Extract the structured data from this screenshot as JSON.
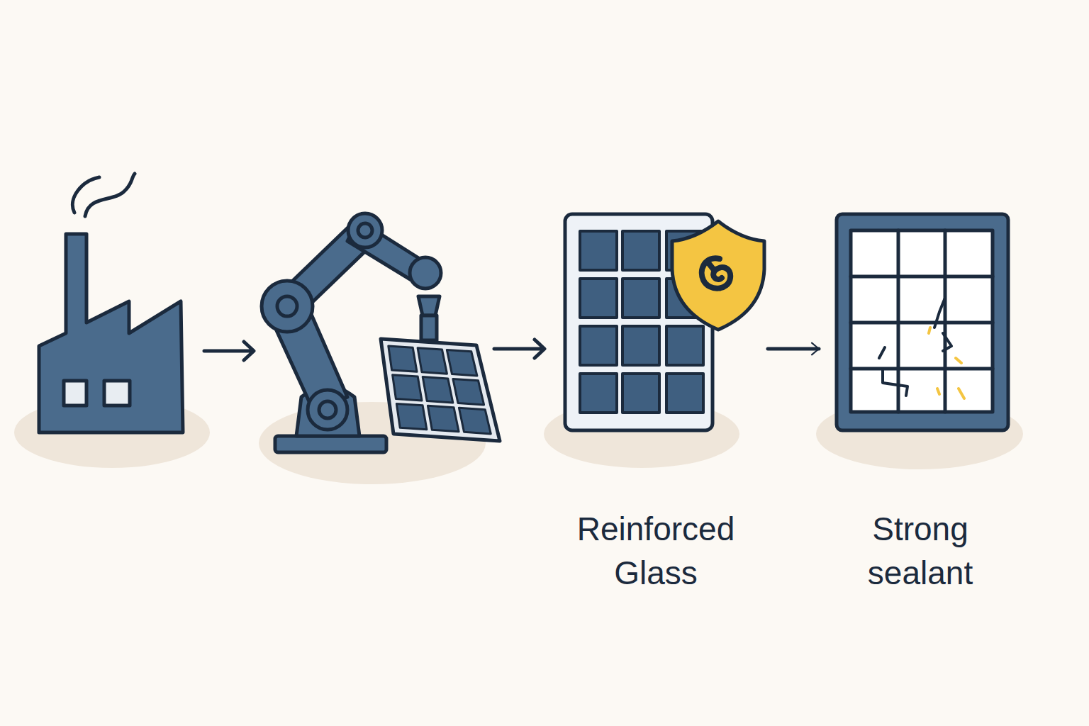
{
  "diagram": {
    "nodes": [
      {
        "text": [
          "Reinforced Glass"
        ]
      },
      {
        "text": [
          "Strong sealant"
        ]
      }
    ],
    "edges": [
      {
        "from": 0,
        "to": 1,
        "arrow": "to"
      }
    ]
  }
}
